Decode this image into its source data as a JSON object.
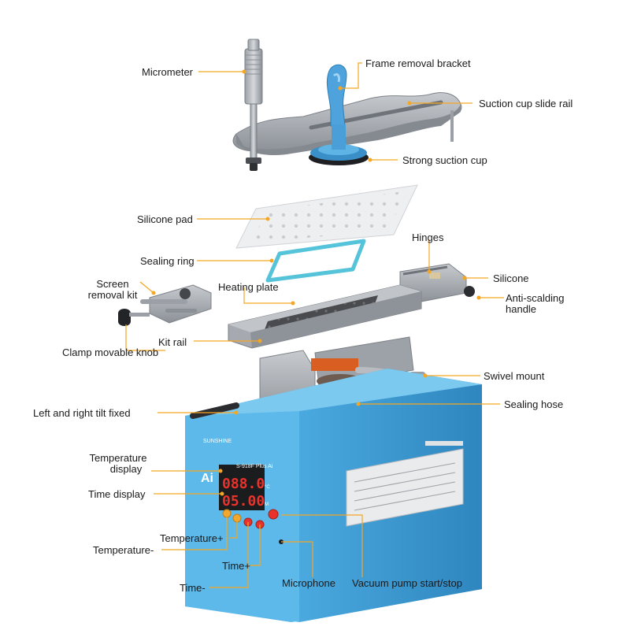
{
  "device": {
    "brand": "SUNSHINE",
    "model": "S-918F Plus Ai",
    "badge": "Ai",
    "temp_reading": "088.0",
    "temp_unit": "°C",
    "time_reading": "05.00",
    "time_unit": "M"
  },
  "labels": {
    "micrometer": "Micrometer",
    "frame_removal_bracket": "Frame removal bracket",
    "suction_cup_slide_rail": "Suction cup slide rail",
    "strong_suction_cup": "Strong suction cup",
    "silicone_pad": "Silicone pad",
    "hinges": "Hinges",
    "sealing_ring": "Sealing ring",
    "silicone": "Silicone",
    "screen_removal_kit_1": "Screen",
    "screen_removal_kit_2": "removal kit",
    "heating_plate": "Heating plate",
    "anti_scalding_handle_1": "Anti-scalding",
    "anti_scalding_handle_2": "handle",
    "clamp_movable_knob": "Clamp movable knob",
    "kit_rail": "Kit rail",
    "swivel_mount": "Swivel mount",
    "sealing_hose": "Sealing hose",
    "left_right_tilt_fixed": "Left and right tilt fixed",
    "temperature_display_1": "Temperature",
    "temperature_display_2": "display",
    "time_display": "Time display",
    "temperature_plus": "Temperature+",
    "temperature_minus": "Temperature-",
    "time_plus": "Time+",
    "time_minus": "Time-",
    "microphone": "Microphone",
    "vacuum_pump": "Vacuum pump start/stop"
  },
  "colors": {
    "leader": "#f5a623",
    "body_blue": "#5bb6e6",
    "body_blue_dark": "#3d97cc",
    "metal": "#a9adb3",
    "metal_dark": "#7e8389",
    "silicone_blue": "#5fb6e3",
    "sealing_ring": "#55c3d9",
    "led_red": "#e8322b"
  }
}
